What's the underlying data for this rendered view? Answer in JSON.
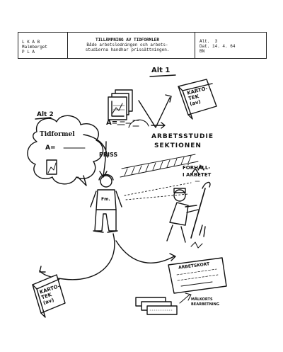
{
  "header": {
    "company": [
      "L K A B",
      "Malmberget",
      "P L A"
    ],
    "title": "TILLÄMPNING AV TIDFORMLER",
    "subtitle": [
      "Både arbetsledningen och arbets-",
      "studierna handhar prissättningen."
    ],
    "alt_label": "Alt.",
    "alt_value": "3",
    "date_label": "Dat.",
    "date_value": "14. 4. 64",
    "initials": "BN"
  },
  "labels": {
    "alt1": "Alt 1",
    "alt2": "Alt 2",
    "tidformel": "Tidformel",
    "formula_left": "A=",
    "arbetsstudie": "ARBETSSTUDIE",
    "sektionen": "SEKTIONEN",
    "priss": "PRISS",
    "fornfaller": "FÖRHÅLL-",
    "i_arbetet": "I ARBETET",
    "fm": "Fm.",
    "kartotek_top": [
      "KARTO-",
      "TEK",
      "(av)"
    ],
    "kartotek_bottom": [
      "KARTO-",
      "TEK",
      "(av)"
    ],
    "arbetskort": "ARBETSKORT",
    "malkorts": [
      "MÅLKORTS",
      "BEARBETNING"
    ]
  }
}
